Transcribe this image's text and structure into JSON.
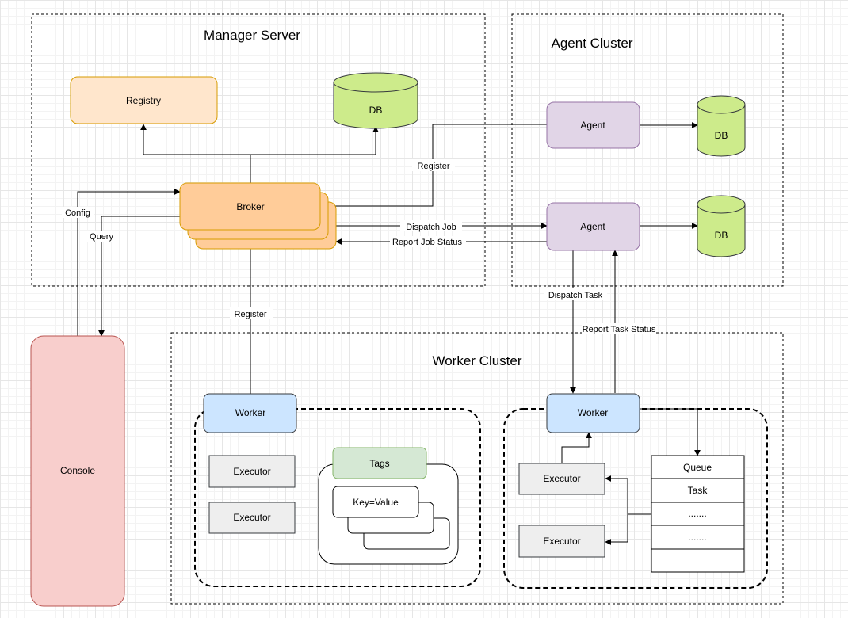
{
  "clusters": {
    "manager": {
      "title": "Manager Server"
    },
    "agent": {
      "title": "Agent Cluster"
    },
    "worker": {
      "title": "Worker Cluster"
    }
  },
  "nodes": {
    "registry": "Registry",
    "manager_db": "DB",
    "broker": "Broker",
    "agent_top": "Agent",
    "agent_bottom": "Agent",
    "agent_top_db": "DB",
    "agent_bottom_db": "DB",
    "console": "Console",
    "worker_left": "Worker",
    "executor_left_1": "Executor",
    "executor_left_2": "Executor",
    "tags": "Tags",
    "key_value": "Key=Value",
    "worker_right": "Worker",
    "executor_right_1": "Executor",
    "executor_right_2": "Executor",
    "queue_header": "Queue",
    "queue_task": "Task",
    "queue_dots_1": ".......",
    "queue_dots_2": "......."
  },
  "edges": {
    "config": "Config",
    "query": "Query",
    "register_agent": "Register",
    "register_worker": "Register",
    "dispatch_job": "Dispatch Job",
    "report_job_status": "Report Job Status",
    "dispatch_task": "Dispatch Task",
    "report_task_status": "Report Task Status"
  },
  "colors": {
    "registry_fill": "#ffe6cc",
    "registry_stroke": "#d79b00",
    "broker_fill": "#ffcc99",
    "broker_stroke": "#d79b00",
    "db_fill": "#cdeb8b",
    "db_stroke": "#36393d",
    "agent_fill": "#e1d5e7",
    "agent_stroke": "#9673a6",
    "worker_fill": "#cce5ff",
    "worker_stroke": "#36393d",
    "console_fill": "#f8cecc",
    "console_stroke": "#b85450",
    "executor_fill": "#eeeeee",
    "executor_stroke": "#36393d",
    "tags_fill": "#d5e8d4",
    "tags_stroke": "#82b366"
  }
}
